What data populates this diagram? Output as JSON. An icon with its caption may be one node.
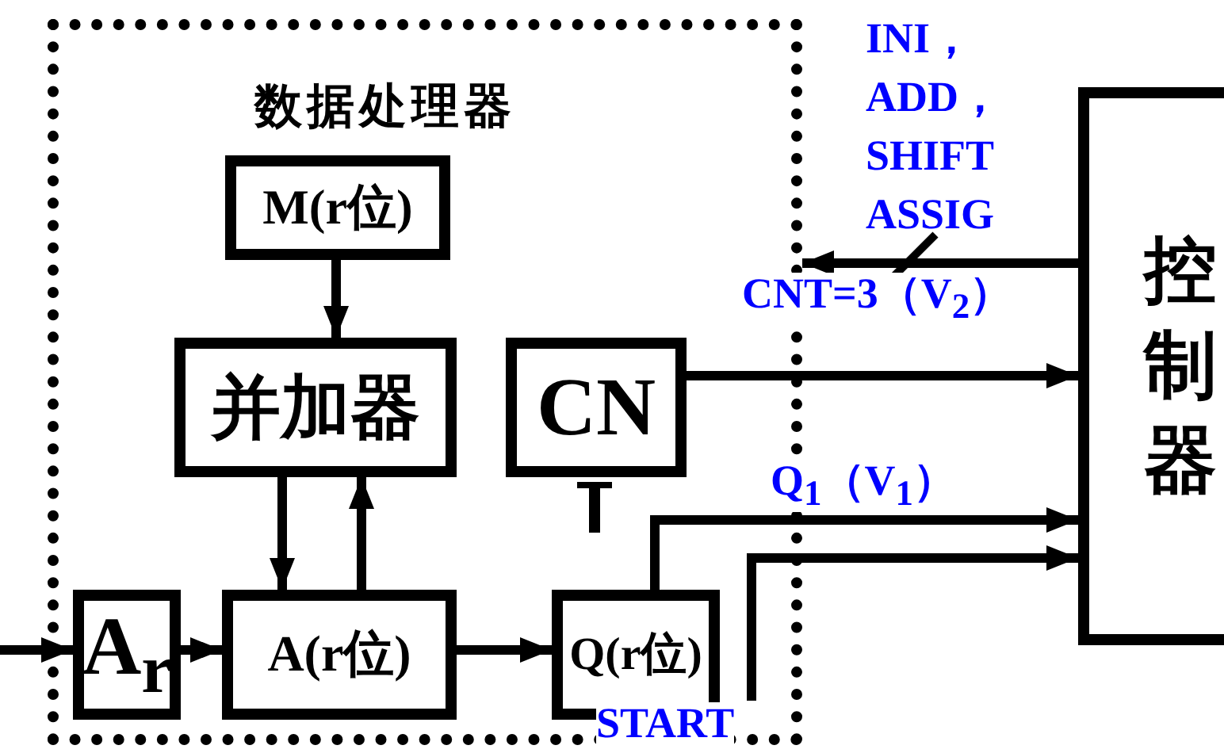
{
  "diagram": {
    "nodes": [
      {
        "text": [
          "数据处理器"
        ]
      },
      {
        "text": [
          "M(r位)"
        ],
        "in": 0
      },
      {
        "text": [
          "并加器"
        ],
        "in": 0
      },
      {
        "text": [
          "CN"
        ],
        "in": 0
      },
      {
        "text": [
          "A$_{r}$"
        ],
        "in": 0
      },
      {
        "text": [
          "A(r位)"
        ],
        "in": 0
      },
      {
        "text": [
          "Q(r位)"
        ],
        "in": 0
      },
      {
        "text": [
          "控制器"
        ]
      }
    ],
    "edges": [
      {
        "from": null,
        "to": 4,
        "arrow": "to"
      },
      {
        "from": 4,
        "to": 5,
        "arrow": "to"
      },
      {
        "from": 1,
        "to": 2,
        "arrow": "to"
      },
      {
        "from": 2,
        "to": 5,
        "arrow": "to"
      },
      {
        "from": 5,
        "to": 2,
        "arrow": "to"
      },
      {
        "from": 5,
        "to": 6,
        "arrow": "to"
      },
      {
        "from": 3,
        "to": 7,
        "arrow": "to",
        "label": "CNT=3（V$_{2}$）"
      },
      {
        "from": 7,
        "to": 0,
        "arrow": "to",
        "label": "INI，ADD，SHIFT ASSIG"
      },
      {
        "from": 6,
        "to": 7,
        "arrow": "to",
        "label": "Q$_{1}$（V$_{1}$）"
      },
      {
        "from": null,
        "to": 7,
        "arrow": "to",
        "label": "START"
      }
    ]
  }
}
